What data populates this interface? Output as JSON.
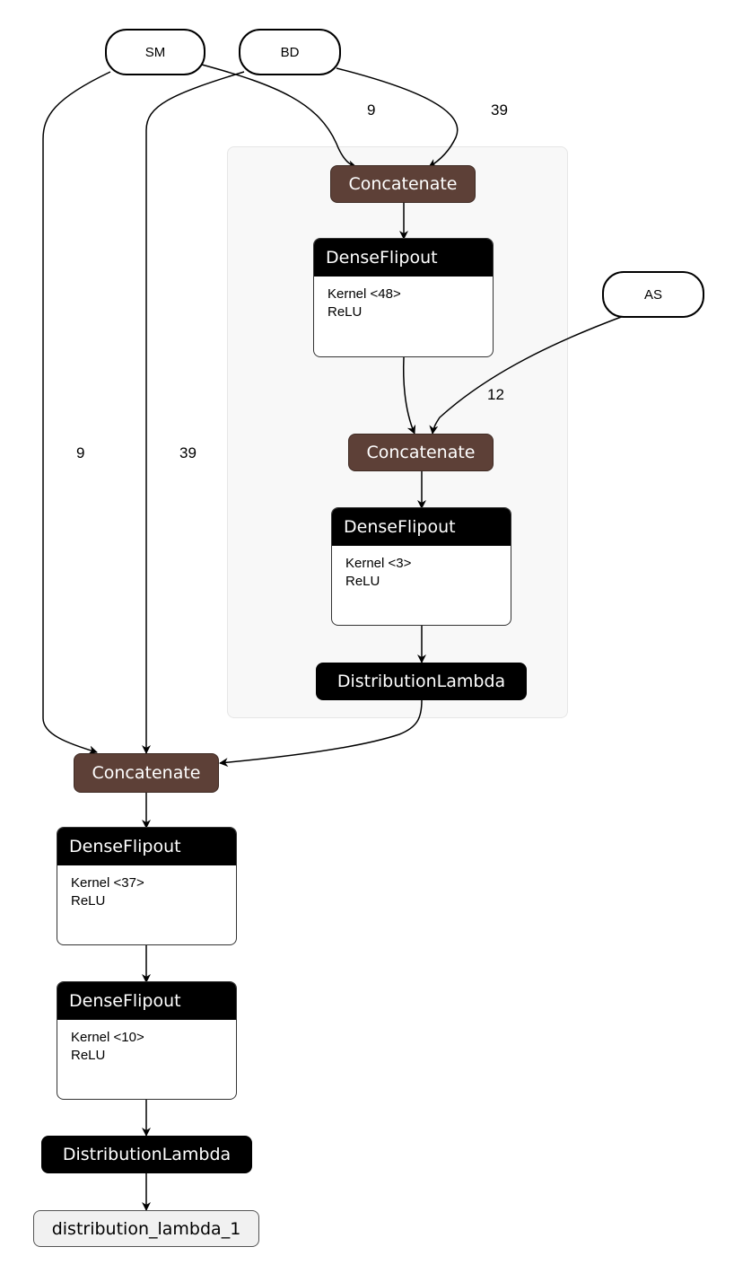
{
  "inputs": {
    "sm": "SM",
    "bd": "BD",
    "as": "AS"
  },
  "edge_labels": {
    "sm_to_inner_concat": "9",
    "bd_to_inner_concat": "39",
    "as_to_concat2": "12",
    "sm_to_outer_concat": "9",
    "bd_to_outer_concat": "39"
  },
  "nodes": {
    "concat1": "Concatenate",
    "dense1": {
      "title": "DenseFlipout",
      "kernel": "Kernel <48>",
      "activation": "ReLU"
    },
    "concat2": "Concatenate",
    "dense2": {
      "title": "DenseFlipout",
      "kernel": "Kernel <3>",
      "activation": "ReLU"
    },
    "dl_inner": "DistributionLambda",
    "concat3": "Concatenate",
    "dense3": {
      "title": "DenseFlipout",
      "kernel": "Kernel <37>",
      "activation": "ReLU"
    },
    "dense4": {
      "title": "DenseFlipout",
      "kernel": "Kernel <10>",
      "activation": "ReLU"
    },
    "dl_outer": "DistributionLambda",
    "output": "distribution_lambda_1"
  },
  "colors": {
    "concatenate_fill": "#5d4037",
    "dense_header": "#000000",
    "group_background": "#f8f8f8",
    "edge": "#000000"
  }
}
